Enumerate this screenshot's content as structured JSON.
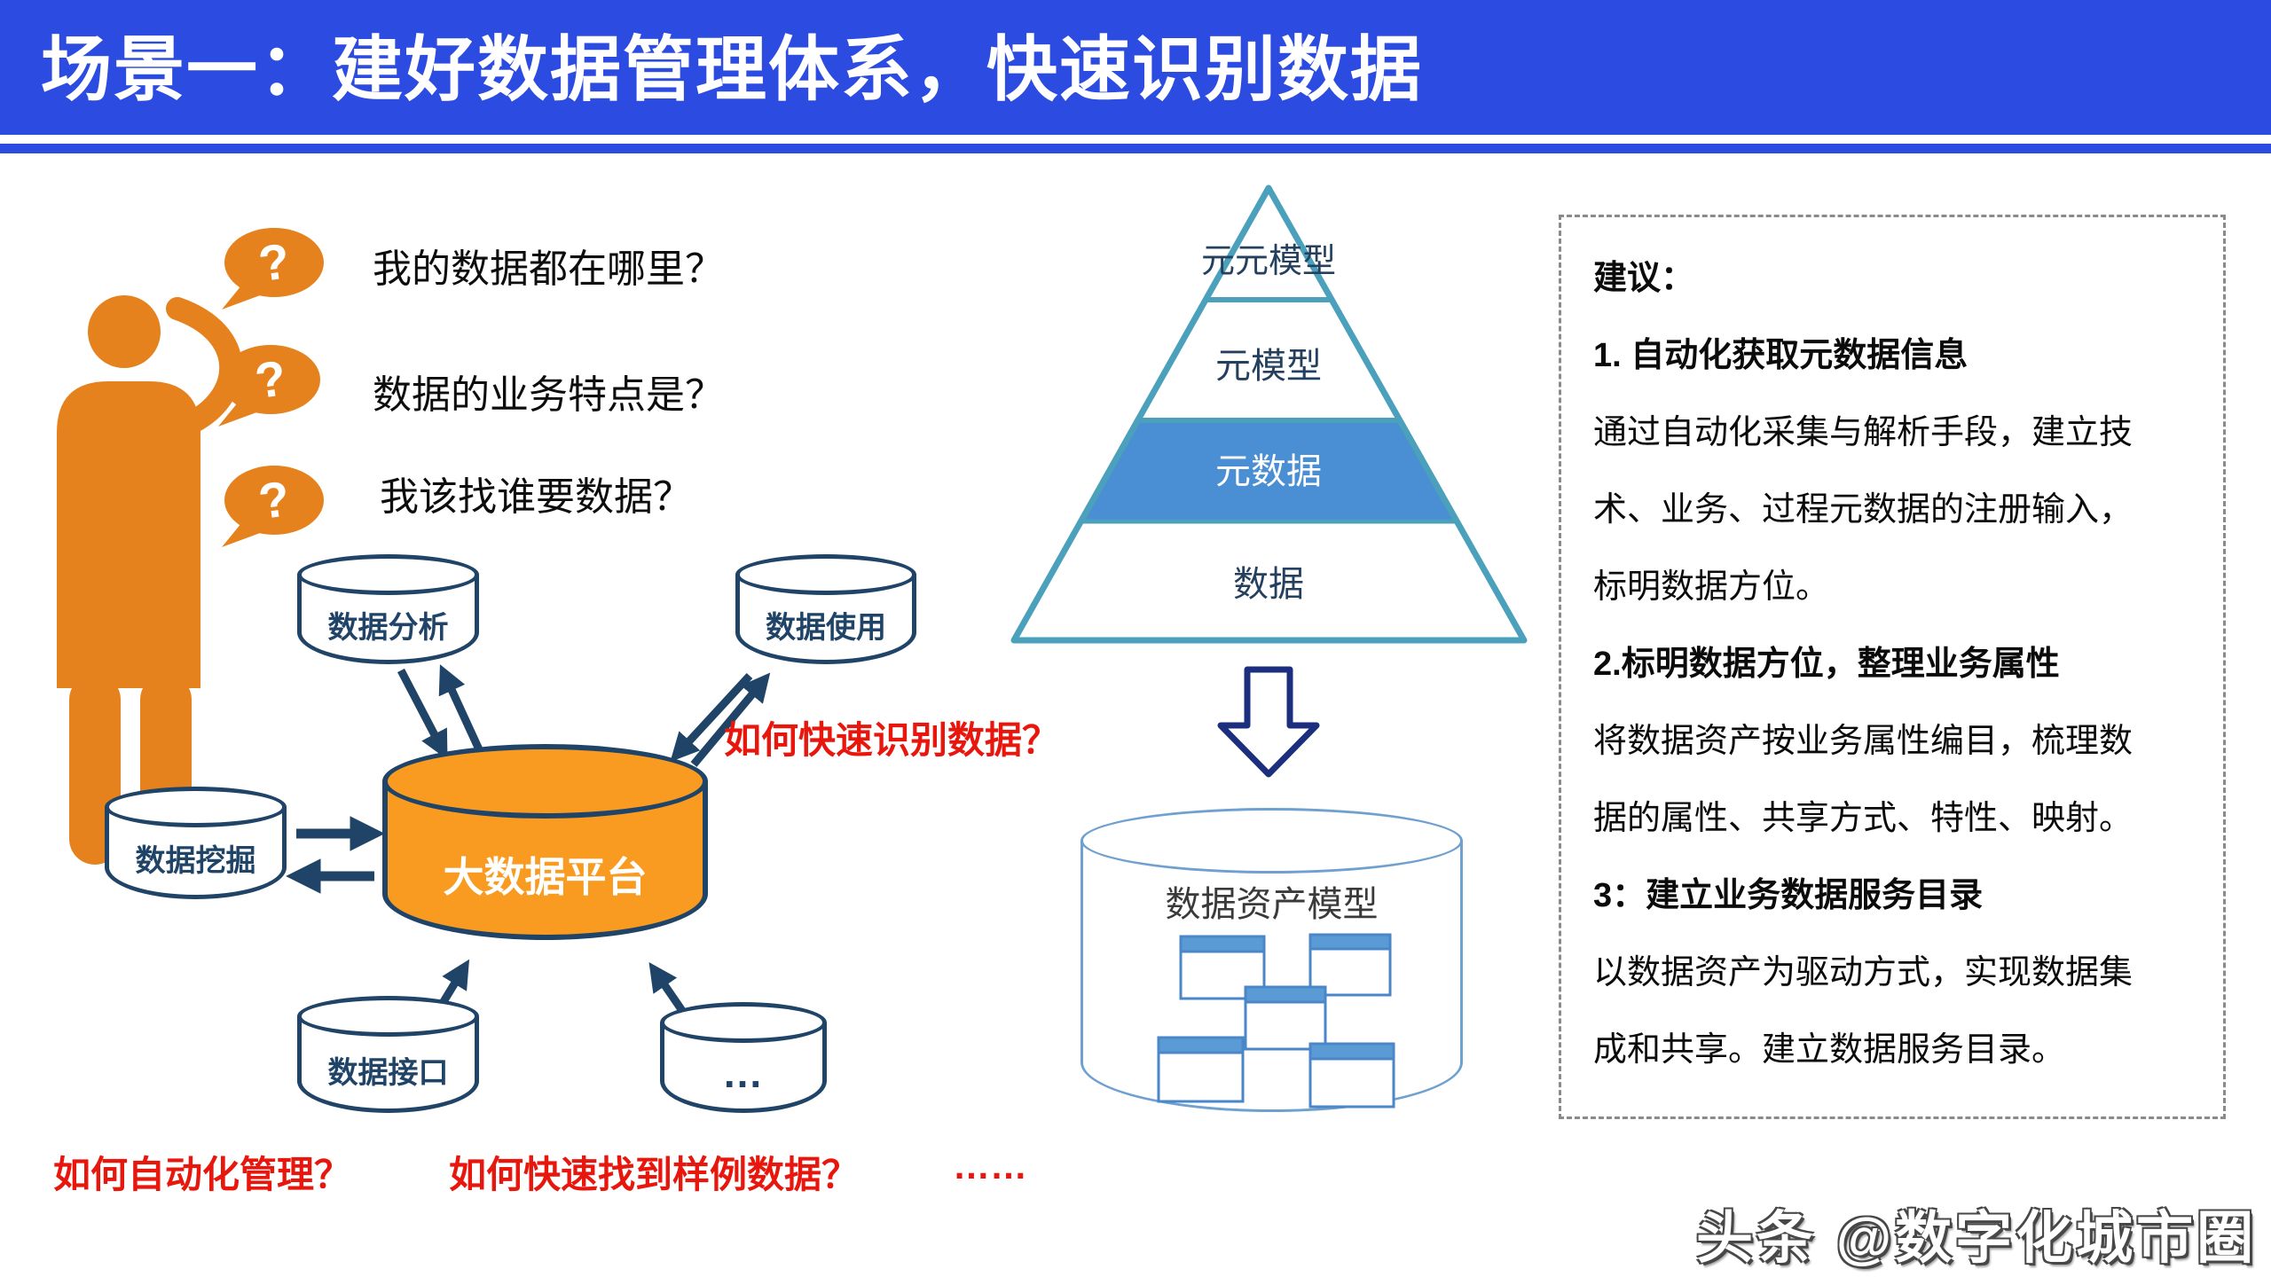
{
  "slide": {
    "title": "场景一：建好数据管理体系，快速识别数据"
  },
  "questions": {
    "bubble_glyph": "?",
    "items": [
      "我的数据都在哪里？",
      "数据的业务特点是？",
      "我该找谁要数据？"
    ]
  },
  "platform": {
    "center_label": "大数据平台",
    "satellites": {
      "analysis": "数据分析",
      "usage": "数据使用",
      "mining": "数据挖掘",
      "interface": "数据接口",
      "more": "..."
    }
  },
  "red_questions": {
    "identify": "如何快速识别数据？",
    "automate": "如何自动化管理？",
    "sample": "如何快速找到样例数据？",
    "ellipsis": "……"
  },
  "pyramid": {
    "levels": [
      {
        "label": "元元模型",
        "highlighted": false
      },
      {
        "label": "元模型",
        "highlighted": false
      },
      {
        "label": "元数据",
        "highlighted": true
      },
      {
        "label": "数据",
        "highlighted": false
      }
    ]
  },
  "asset_model": {
    "label": "数据资产模型"
  },
  "advice": {
    "lines": [
      {
        "text": "建议：",
        "bold": true
      },
      {
        "text": "1. 自动化获取元数据信息",
        "bold": true
      },
      {
        "text": "通过自动化采集与解析手段，建立技",
        "bold": false
      },
      {
        "text": "术、业务、过程元数据的注册输入，",
        "bold": false
      },
      {
        "text": "标明数据方位。",
        "bold": false
      },
      {
        "text": "2.标明数据方位，整理业务属性",
        "bold": true
      },
      {
        "text": "将数据资产按业务属性编目，梳理数",
        "bold": false
      },
      {
        "text": "据的属性、共享方式、特性、映射。",
        "bold": false
      },
      {
        "text": "3：建立业务数据服务目录",
        "bold": true
      },
      {
        "text": "以数据资产为驱动方式，实现数据集",
        "bold": false
      },
      {
        "text": "成和共享。建立数据服务目录。",
        "bold": false
      }
    ]
  },
  "watermark": {
    "text": "头条 @数字化城市圈"
  },
  "colors": {
    "header_blue": "#2c4be0",
    "navy": "#1f4467",
    "orange_platform": "#f89b20",
    "orange_person": "#e5821d",
    "pyramid_teal": "#4ba0bc",
    "pyramid_band_blue": "#4a8fd3",
    "light_blue": "#5b9bd5",
    "red": "#e8170e"
  }
}
